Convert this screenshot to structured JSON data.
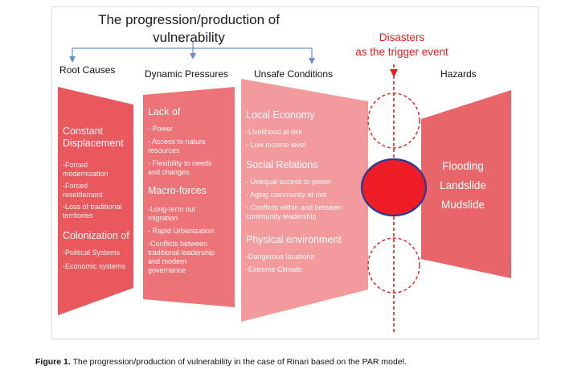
{
  "diagram": {
    "title_line1": "The progression/production of",
    "title_line2": "vulnerability",
    "columns": {
      "root_causes": "Root Causes",
      "dynamic_pressures": "Dynamic Pressures",
      "unsafe_conditions": "Unsafe Conditions",
      "hazards": "Hazards"
    },
    "disasters_line1": "Disasters",
    "disasters_line2": "as the trigger event",
    "root": {
      "h1_line1": "Constant",
      "h1_line2": "Displacement",
      "items1": [
        "-Forced",
        "modernization",
        "-Forced",
        "resettlement",
        "-Loss of traditional",
        "territories"
      ],
      "h2": "Colonization of",
      "items2": [
        "-Political Systems",
        "-Economic systems"
      ]
    },
    "dynamic": {
      "h1": "Lack of",
      "items1": [
        "- Power",
        "- Access to nature",
        "resources",
        "- Flexibility to needs",
        "and changes"
      ],
      "h2": "Macro-forces",
      "items2": [
        "-Long-term out",
        "migration",
        "- Rapid Urbanization",
        "-Conflicts between",
        "traditional leadership",
        "and modern",
        "governance"
      ]
    },
    "unsafe": {
      "h1": "Local Economy",
      "items1": [
        "-Livelihood at risk",
        "- Low income level"
      ],
      "h2": "Social Relations",
      "items2": [
        "- Unequal access to power",
        "- Aging community at risk",
        "- Conflicts within and between",
        "community leadership"
      ],
      "h3": "Physical environment",
      "items3": [
        "-Dangerous locations",
        "-Extreme Climate"
      ]
    },
    "hazards": [
      "Flooding",
      "Landslide",
      "Mudslide"
    ],
    "colors": {
      "root_fill": "#e8585c",
      "dynamic_fill": "#ec7478",
      "unsafe_fill": "#f29a9c",
      "hazard_fill": "#e8666a",
      "disaster_fill": "#ee1c24",
      "disaster_stroke": "#1f3d9a",
      "arrow_red": "#e31e1e",
      "arrow_blue": "#6a8fc8"
    }
  },
  "caption": {
    "label": "Figure 1.",
    "text": "The progression/production of vulnerability in the case of Rinari based on the PAR model."
  }
}
